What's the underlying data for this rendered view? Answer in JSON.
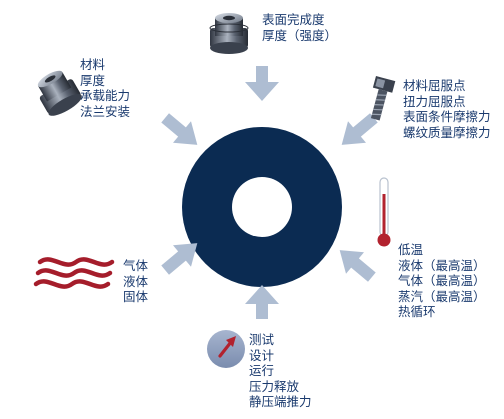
{
  "colors": {
    "ring": "#0b2b52",
    "arrow": "#aebdd2",
    "text": "#1a3a6e",
    "medium_red": "#a51d2b",
    "gauge_circle": "#8f9fbd"
  },
  "groups": {
    "top": {
      "icon": "flange-nut-icon",
      "lines": [
        "表面完成度",
        "厚度（强度）"
      ]
    },
    "upper_left": {
      "icon": "flange-nut-icon",
      "lines": [
        "材料",
        "厚度",
        "承载能力",
        "法兰安装"
      ]
    },
    "upper_right": {
      "icon": "bolt-icon",
      "lines": [
        "材料屈服点",
        "扭力屈服点",
        "表面条件摩擦力",
        "螺纹质量摩擦力"
      ]
    },
    "left": {
      "icon": "wavy-lines-icon",
      "lines": [
        "气体",
        "液体",
        "固体"
      ]
    },
    "lower_right": {
      "icon": "thermometer-icon",
      "lines": [
        "低温",
        "液体（最高温）",
        "气体（最高温）",
        "蒸汽（最高温）",
        "热循环"
      ]
    },
    "bottom": {
      "icon": "pressure-gauge-icon",
      "lines": [
        "测试",
        "设计",
        "运行",
        "压力释放",
        "静压端推力"
      ]
    }
  }
}
